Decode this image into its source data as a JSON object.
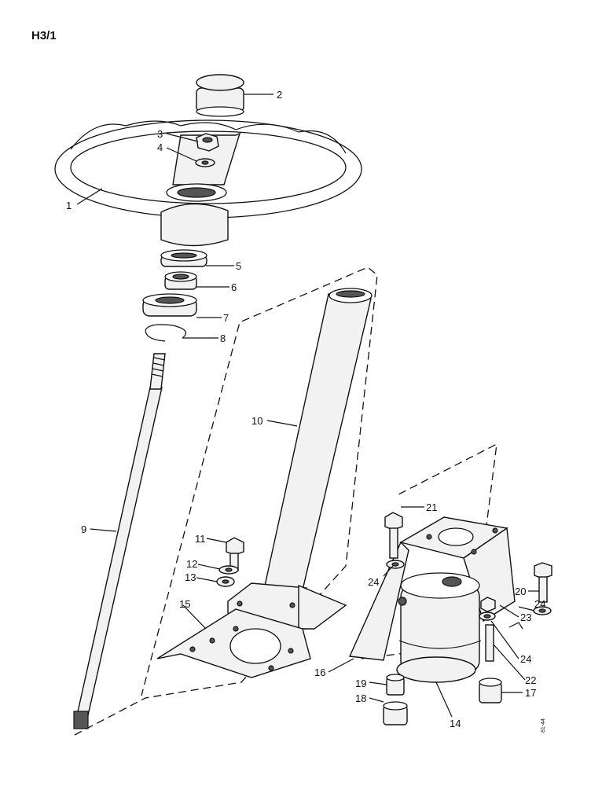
{
  "page": {
    "title": "H3/1",
    "ref_code": "81-44"
  },
  "callouts": [
    "1",
    "2",
    "3",
    "4",
    "5",
    "6",
    "7",
    "8",
    "9",
    "10",
    "11",
    "12",
    "13",
    "14",
    "15",
    "16",
    "17",
    "18",
    "19",
    "20",
    "21",
    "22",
    "23",
    "24",
    "24",
    "24"
  ]
}
